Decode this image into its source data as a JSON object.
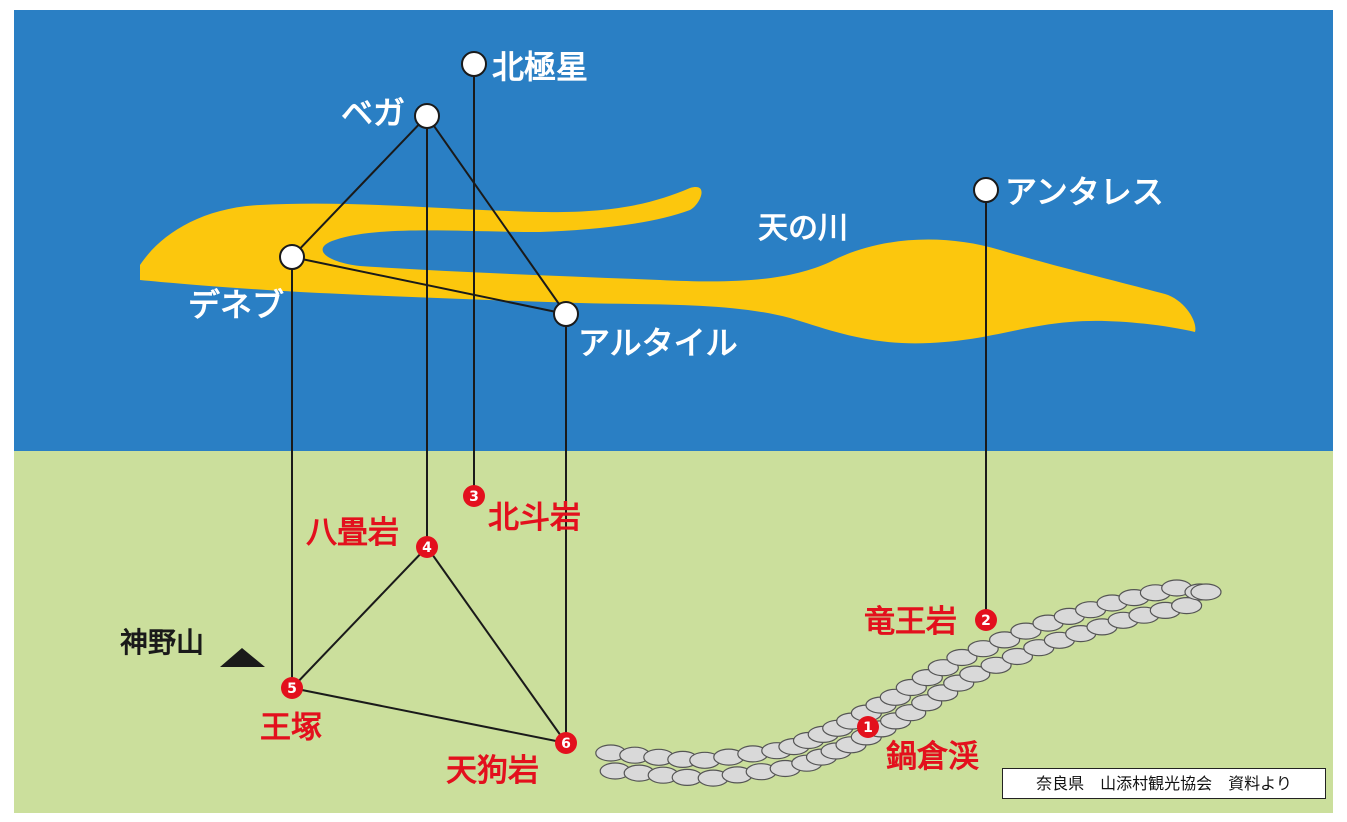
{
  "colors": {
    "sky": "#2a7fc4",
    "ground": "#cbdf9c",
    "milky_way": "#fcc70d",
    "site_marker": "#e3101d",
    "star": "#ffffff"
  },
  "labels": {
    "milky_way": "天の川",
    "mountain": "神野山",
    "source": "奈良県　山添村観光協会　資料より"
  },
  "stars": [
    {
      "name": "北極星"
    },
    {
      "name": "ベガ"
    },
    {
      "name": "デネブ"
    },
    {
      "name": "アルタイル"
    },
    {
      "name": "アンタレス"
    }
  ],
  "sites": [
    {
      "num": "1",
      "name": "鍋倉渓"
    },
    {
      "num": "2",
      "name": "竜王岩"
    },
    {
      "num": "3",
      "name": "北斗岩"
    },
    {
      "num": "4",
      "name": "八畳岩"
    },
    {
      "num": "5",
      "name": "王塚"
    },
    {
      "num": "6",
      "name": "天狗岩"
    }
  ]
}
